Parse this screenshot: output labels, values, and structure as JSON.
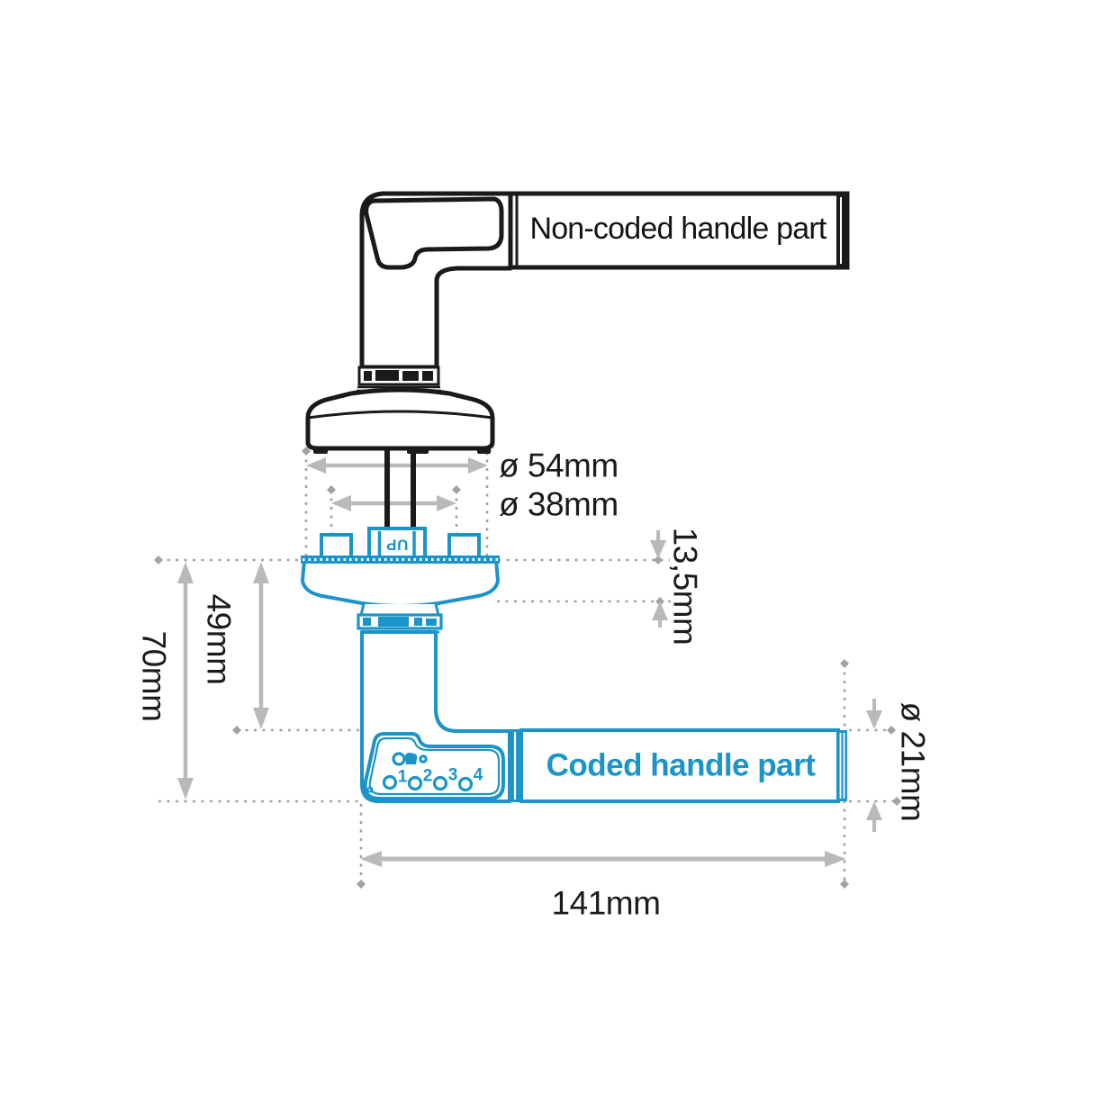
{
  "diagram": {
    "non_coded_part": {
      "label": "Non-coded handle part"
    },
    "coded_part": {
      "label": "Coded handle part"
    },
    "rose": {
      "orientation_label": "UP"
    },
    "keypad": {
      "digits": [
        "1",
        "2",
        "3",
        "4"
      ]
    },
    "dimensions": {
      "rose_outer_diameter": "ø 54mm",
      "rose_inner_diameter": "ø 38mm",
      "rose_height": "13,5mm",
      "height_total": "70mm",
      "height_to_lever": "49mm",
      "lever_diameter": "ø 21mm",
      "lever_length": "141mm"
    },
    "colors": {
      "coded_blue": "#1b94c9",
      "line_black": "#1a1a1a",
      "dimension_gray": "#b9b9b9",
      "dotted_gray": "#a2a2a2"
    }
  }
}
